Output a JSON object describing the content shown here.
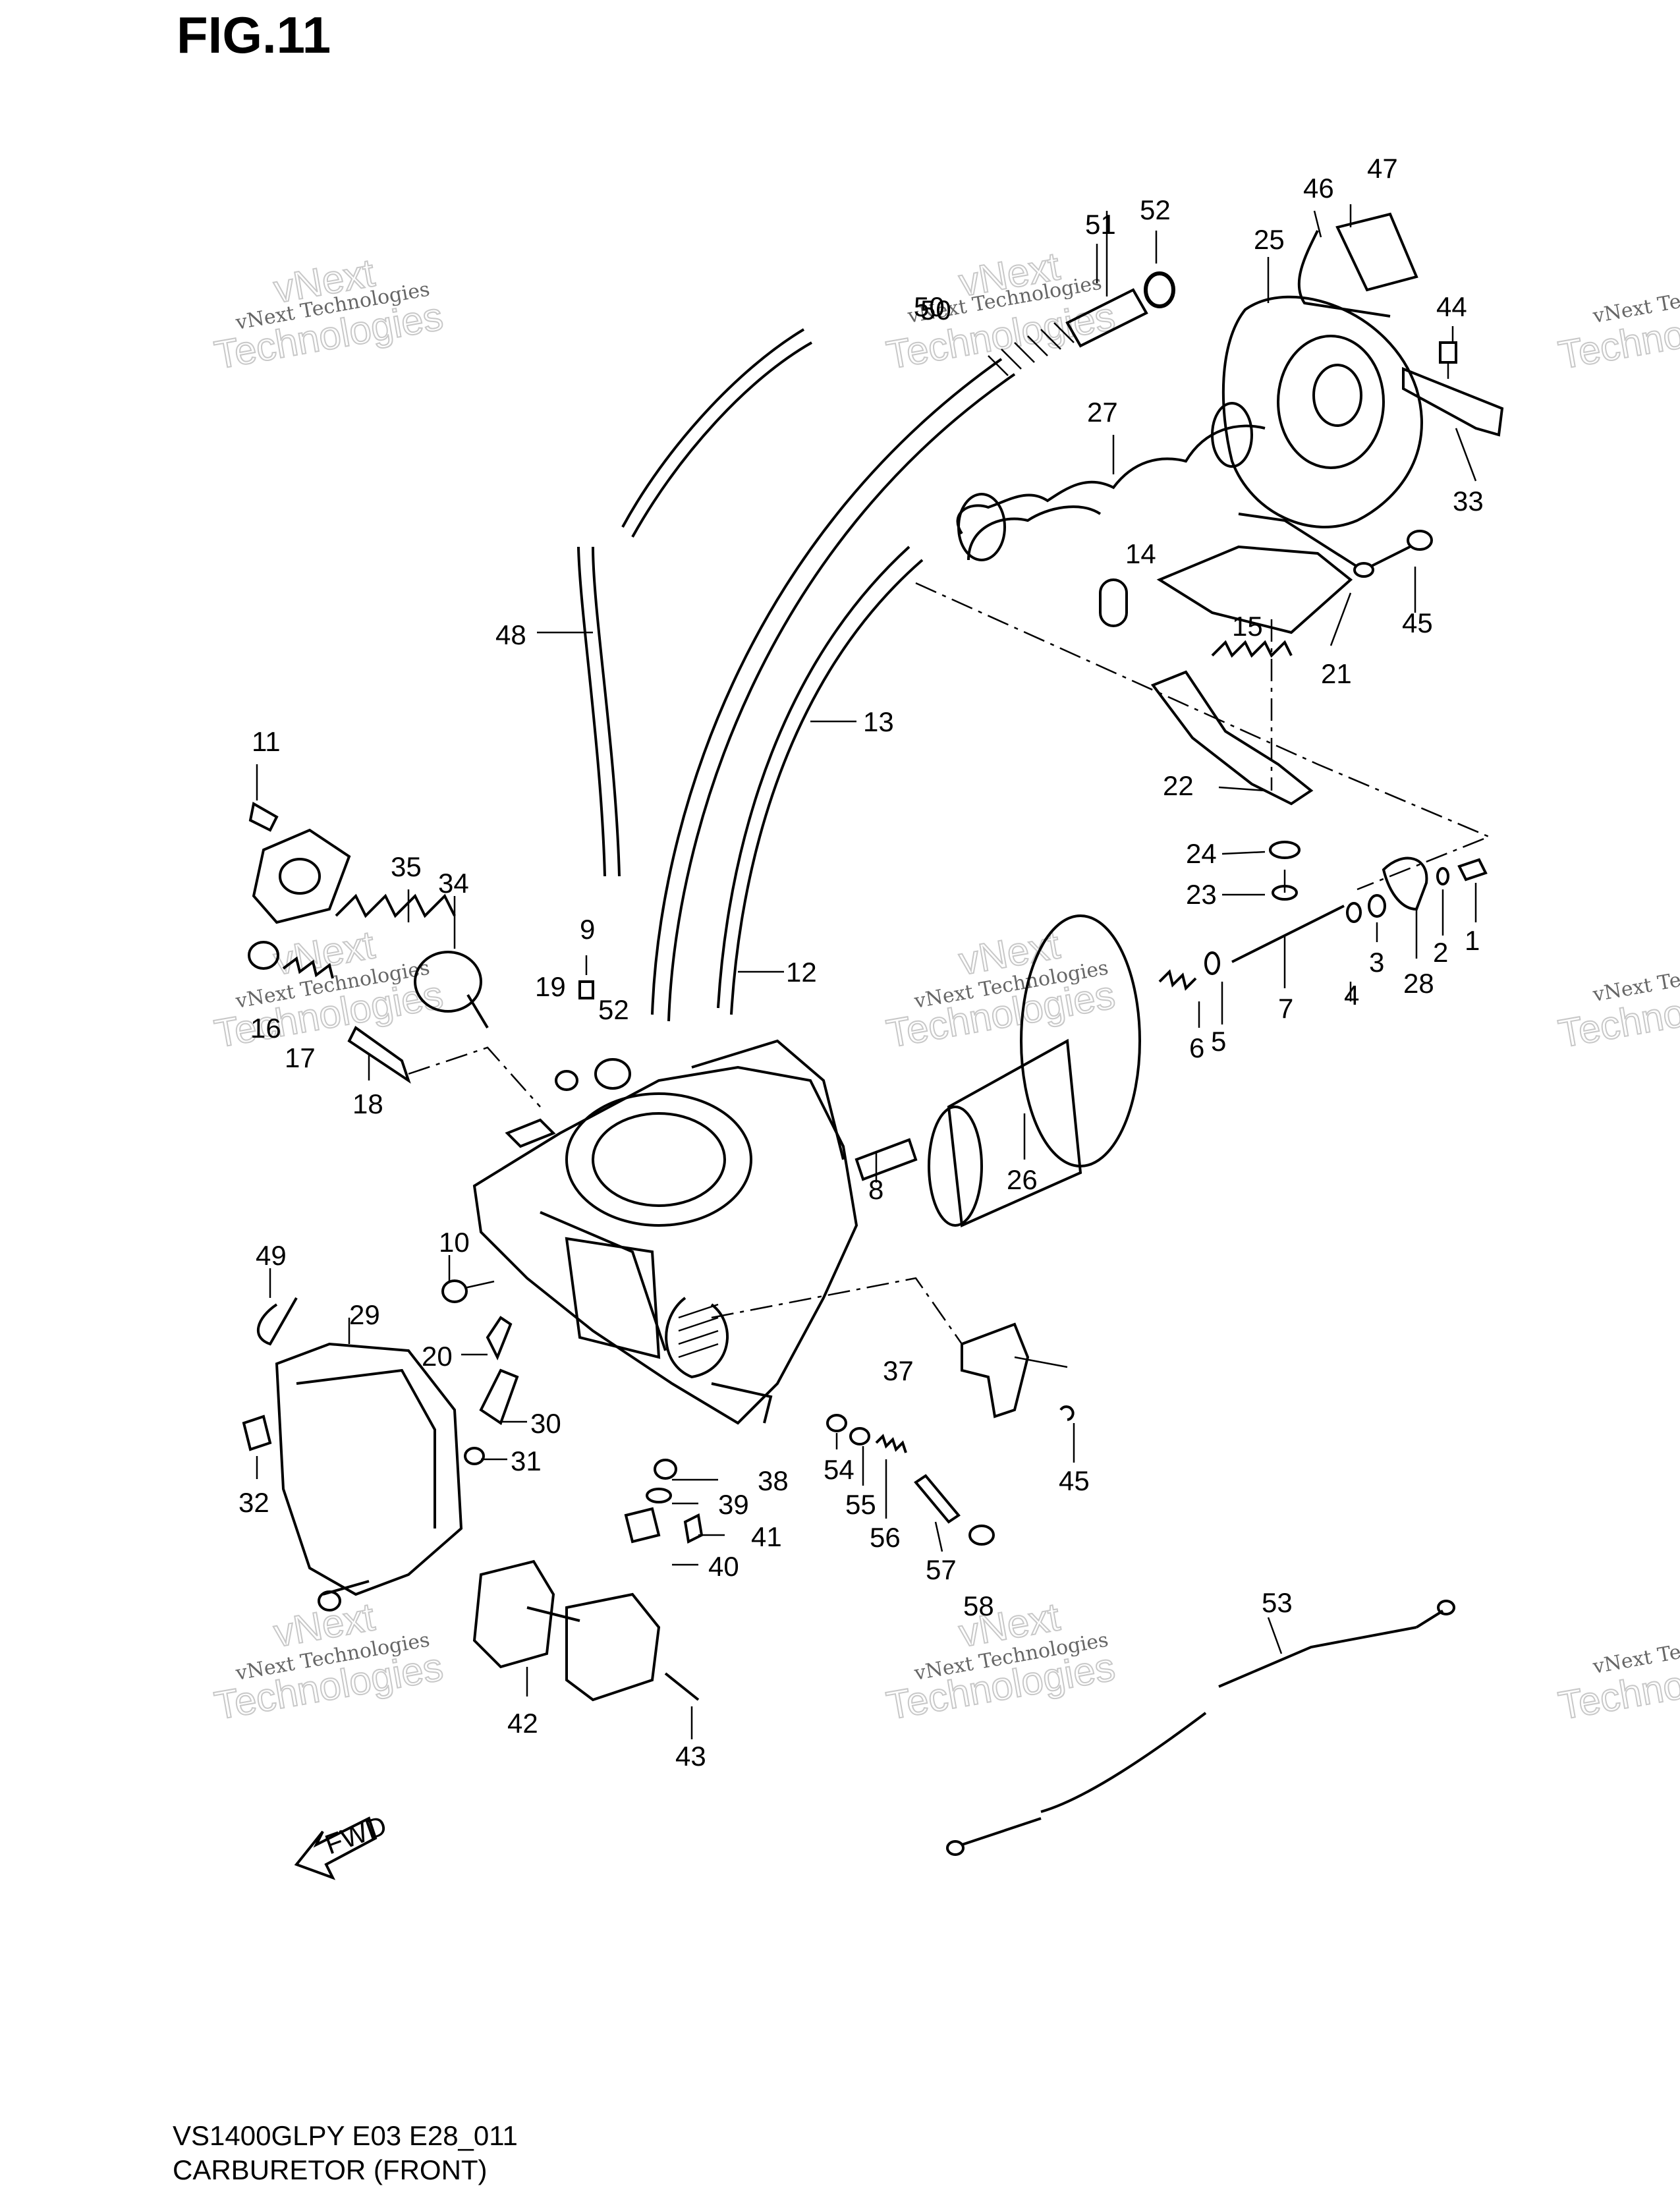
{
  "figure": {
    "title": "FIG.11",
    "model_code": "VS1400GLPY E03 E28_011",
    "caption": "CARBURETOR (FRONT)"
  },
  "watermark": {
    "line1": "vNext Technologies",
    "line2": "vNext",
    "line3": "Technologies"
  },
  "fwd_label": "FWD",
  "callouts": [
    "1",
    "2",
    "3",
    "4",
    "5",
    "6",
    "7",
    "8",
    "9",
    "10",
    "11",
    "12",
    "13",
    "14",
    "15",
    "16",
    "17",
    "18",
    "19",
    "20",
    "21",
    "22",
    "23",
    "24",
    "25",
    "26",
    "27",
    "28",
    "29",
    "30",
    "31",
    "32",
    "33",
    "34",
    "35",
    "37",
    "38",
    "39",
    "40",
    "41",
    "42",
    "43",
    "44",
    "45",
    "45",
    "46",
    "47",
    "48",
    "49",
    "50",
    "50",
    "51",
    "52",
    "52",
    "53",
    "54",
    "55",
    "56",
    "57",
    "58"
  ]
}
